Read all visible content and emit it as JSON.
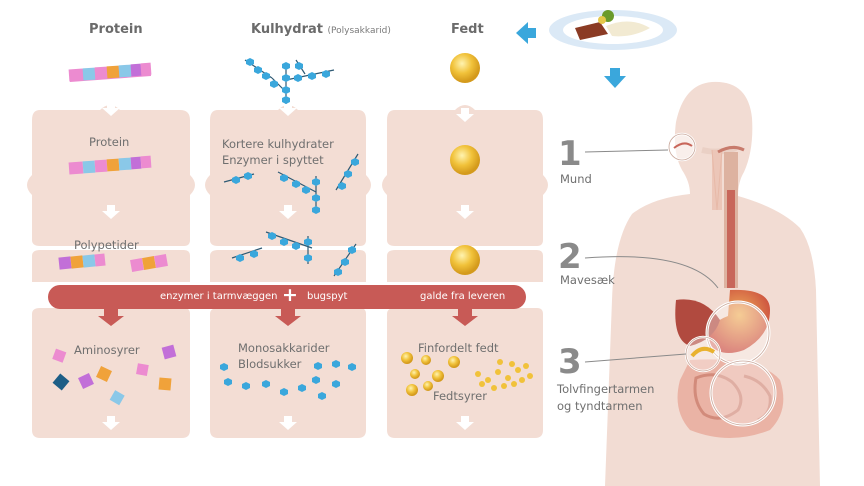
{
  "columns": {
    "protein": {
      "title": "Protein",
      "step1": "Protein",
      "step2": "Polypetider",
      "step3": "Aminosyrer"
    },
    "carb": {
      "title": "Kulhydrat",
      "subtitle": "(Polysakkarid)",
      "step1_line1": "Kortere kulhydrater",
      "step1_line2": "Enzymer i spyttet",
      "step3_line1": "Monosakkarider",
      "step3_line2": "Blodsukker"
    },
    "fat": {
      "title": "Fedt",
      "step3_line1": "Finfordelt fedt",
      "step3_line2": "Fedtsyrer"
    }
  },
  "band": {
    "left": "enzymer i tarmvæggen",
    "plus": "+",
    "mid": "bugspyt",
    "right": "galde fra leveren"
  },
  "stages": [
    {
      "number": "1",
      "label": "Mund"
    },
    {
      "number": "2",
      "label": "Mavesæk"
    },
    {
      "number": "3",
      "label_line1": "Tolvfingertarmen",
      "label_line2": "og tyndtarmen"
    }
  ],
  "colors": {
    "panel": "#f3ddd4",
    "band": "#c85a56",
    "arrow": "#c85a56",
    "cyan": "#3aa7dc",
    "fat": "#e9b22e",
    "body": "#f2dcd3"
  }
}
